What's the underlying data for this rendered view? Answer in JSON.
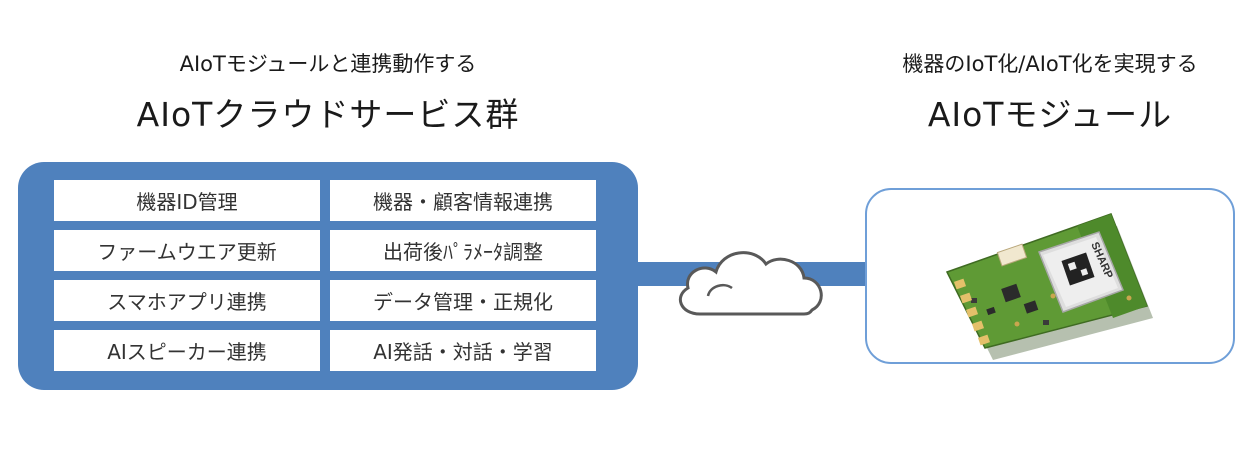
{
  "left": {
    "subtitle": "AIoTモジュールと連携動作する",
    "title": "AIoTクラウドサービス群",
    "services": [
      "機器ID管理",
      "機器・顧客情報連携",
      "ファームウエア更新",
      "出荷後ﾊﾟﾗﾒｰﾀ調整",
      "スマホアプリ連携",
      "データ管理・正規化",
      "AIスピーカー連携",
      "AI発話・対話・学習"
    ]
  },
  "right": {
    "subtitle": "機器のIoT化/AIoT化を実現する",
    "title": "AIoTモジュール",
    "module_brand": "SHARP"
  },
  "colors": {
    "box_blue": "#4f81bd",
    "module_border": "#6f9fd8",
    "pcb_green": "#5f9a35"
  }
}
